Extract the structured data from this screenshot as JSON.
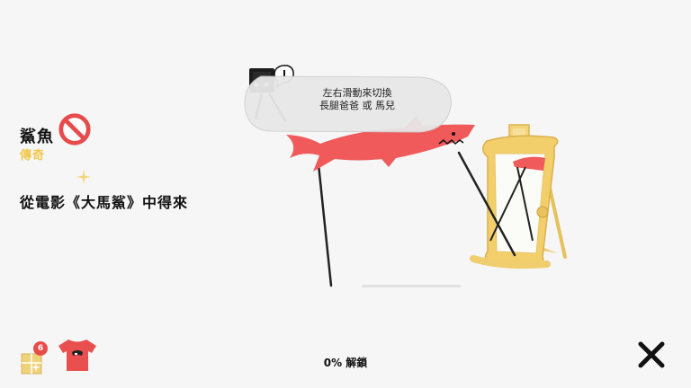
{
  "item": {
    "title": "鯊魚",
    "rarity": "傳奇",
    "source": "從電影《大馬鯊》中得來"
  },
  "hint_bubble": {
    "line1": "左右滑動來切換",
    "line2": "長腿爸爸 或 馬兒"
  },
  "unlock_progress": {
    "percent": 0,
    "text": "0% 解鎖"
  },
  "gift": {
    "badge_count": "6"
  },
  "colors": {
    "shark": "#f05a5a",
    "frame_gold": "#f2d27a",
    "rarity_gold": "#f0c84a",
    "badge_red": "#e84b4b"
  },
  "icons": [
    "no-entry-icon",
    "sparkle-icon",
    "gift-icon",
    "tshirt-icon",
    "close-icon"
  ]
}
